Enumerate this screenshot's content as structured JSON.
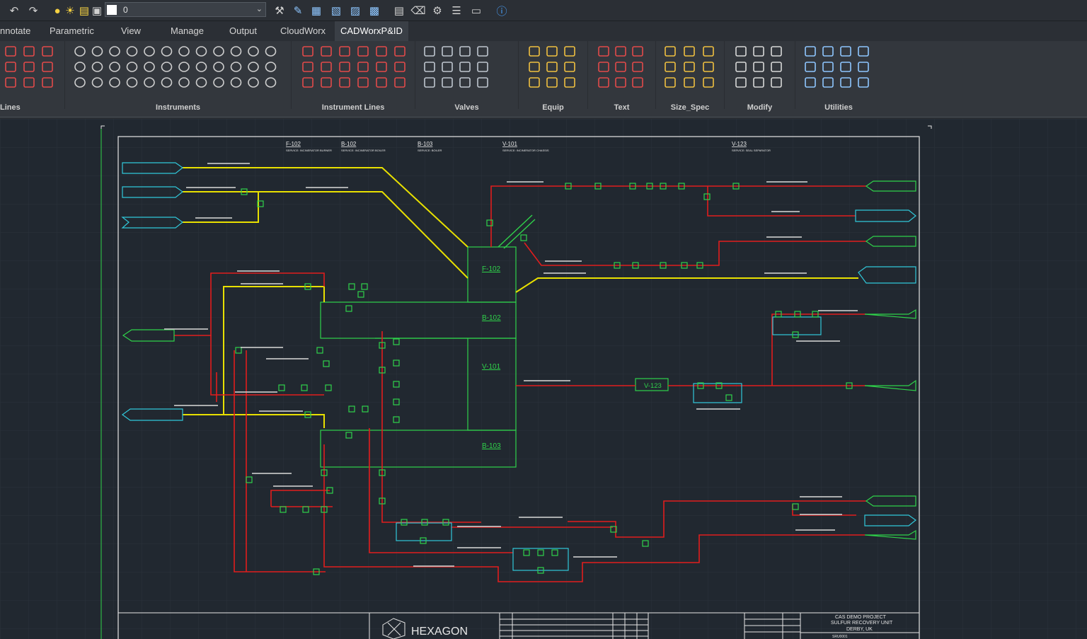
{
  "quick_access": {
    "layer_value": "0",
    "icons": [
      "undo-icon",
      "redo-icon",
      "lightbulb-icon",
      "sun-icon",
      "layer-lock-icon",
      "layer-print-icon",
      "color-swatch-icon",
      "match-icon",
      "brush-icon",
      "select-icon",
      "group-icon",
      "ungroup-icon",
      "array-icon",
      "properties-icon",
      "eraser-icon",
      "settings-icon",
      "list-icon",
      "window-icon",
      "help-icon"
    ]
  },
  "ribbon_tabs": [
    {
      "label": "nnotate"
    },
    {
      "label": "Parametric"
    },
    {
      "label": "View"
    },
    {
      "label": "Manage"
    },
    {
      "label": "Output"
    },
    {
      "label": "CloudWorx"
    },
    {
      "label": "CADWorxP&ID"
    }
  ],
  "ribbon_panels": [
    {
      "title": "Lines"
    },
    {
      "title": "Instruments"
    },
    {
      "title": "Instrument Lines"
    },
    {
      "title": "Valves"
    },
    {
      "title": "Equip"
    },
    {
      "title": "Text"
    },
    {
      "title": "Size_Spec"
    },
    {
      "title": "Modify"
    },
    {
      "title": "Utilities"
    }
  ],
  "colors": {
    "process_line": "#e11d1d",
    "utility_line": "#e8e000",
    "equipment": "#2fd24a",
    "instrument": "#31c7d9",
    "drawing_bg": "#212830",
    "sheet_border": "#e6e6e6"
  },
  "equipment": {
    "f102": "F-102",
    "b102": "B-102",
    "v101": "V-101",
    "b103": "B-103",
    "v123": "V-123"
  },
  "header_tags": [
    {
      "tag": "F-102",
      "text": "SERVICE: INCINERATOR BURNER"
    },
    {
      "tag": "B-102",
      "text": "SERVICE: INCINERATOR BOILER"
    },
    {
      "tag": "B-103",
      "text": "SERVICE: BOILER"
    },
    {
      "tag": "V-101",
      "text": "SERVICE: INCINERATOR CHASSIS"
    },
    {
      "tag": "V-123",
      "text": "SERVICE: SEAL SEPARATOR"
    }
  ],
  "title_block": {
    "logo_text": "HEXAGON",
    "project_line1": "CAS DEMO PROJECT",
    "project_line2": "SULFUR RECOVERY UNIT",
    "project_line3": "DERBY, UK",
    "drawing_no": "SRU0001"
  }
}
